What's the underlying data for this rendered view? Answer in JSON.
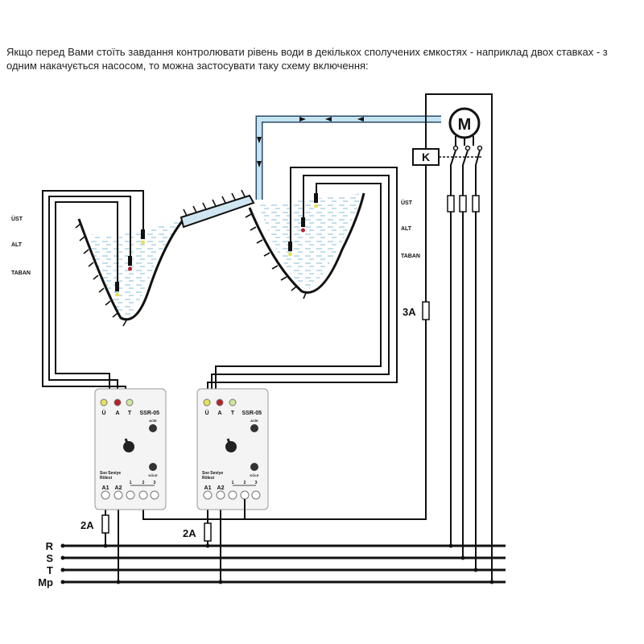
{
  "intro_text": "Якщо перед Вами стоїть завдання контролювати рівень води в декількох сполучених ємкостях - наприклад двох ставках - з одним накачується насосом, то можна застосувати таку схему включення:",
  "levels": {
    "top": "ÜST",
    "mid": "ALT",
    "bottom": "TABAN"
  },
  "motor_label": "M",
  "contactor_label": "K",
  "fuse_main": "3A",
  "fuse_relay": "2A",
  "phases": [
    "R",
    "S",
    "T",
    "Mp"
  ],
  "relay": {
    "led_labels": [
      "Ü",
      "A",
      "T"
    ],
    "model": "SSR-05",
    "btn_top": "ACİK",
    "btn_bottom": "KÖLE",
    "name_line1": "Sıvı Seviye",
    "name_line2": "Rölesi",
    "term_a1": "A1",
    "term_a2": "A2",
    "term_nums": [
      "1",
      "2",
      "3"
    ]
  },
  "colors": {
    "water": "#b8dcee",
    "pipe": "#bfe0f0",
    "led_yellow": "#e8e05a",
    "led_red": "#b8202a",
    "led_green": "#cde89a"
  }
}
